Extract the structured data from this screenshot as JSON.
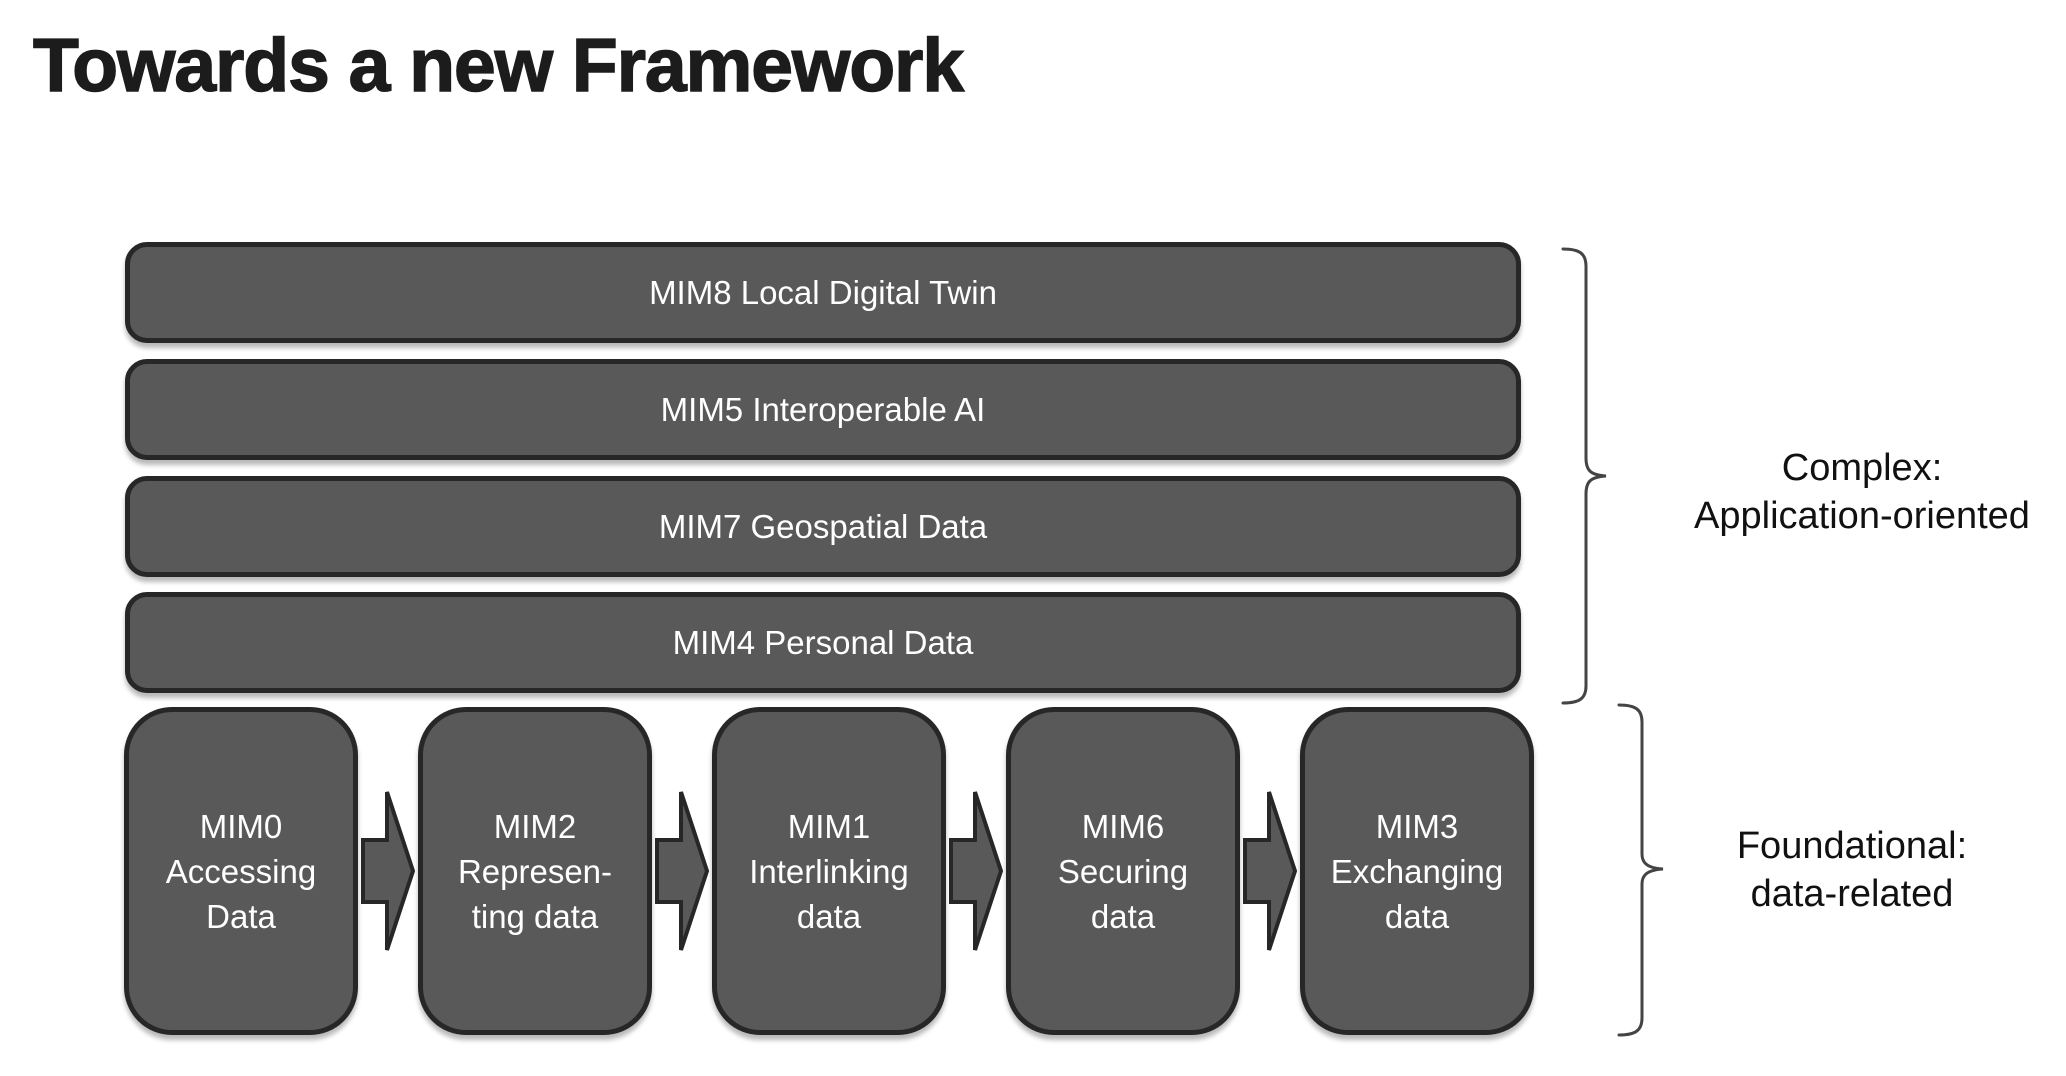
{
  "page": {
    "title": "Towards a new Framework"
  },
  "colors": {
    "background": "#ffffff",
    "box_fill": "#595959",
    "box_border": "#272727",
    "box_text": "#ffffff",
    "title_text": "#1c1c1c",
    "annotation_text": "#111111",
    "brace_stroke": "#444444"
  },
  "complex_group": {
    "layers": [
      {
        "label": "MIM8 Local Digital Twin"
      },
      {
        "label": "MIM5 Interoperable AI"
      },
      {
        "label": "MIM7 Geospatial Data"
      },
      {
        "label": "MIM4 Personal Data"
      }
    ],
    "annotation": "Complex:\nApplication-oriented"
  },
  "foundational_group": {
    "steps": [
      {
        "label": "MIM0\nAccessing\nData"
      },
      {
        "label": "MIM2\nRepresen-\nting data"
      },
      {
        "label": "MIM1\nInterlinking\ndata"
      },
      {
        "label": "MIM6\nSecuring\ndata"
      },
      {
        "label": "MIM3\nExchanging\ndata"
      }
    ],
    "annotation": "Foundational:\ndata-related"
  }
}
